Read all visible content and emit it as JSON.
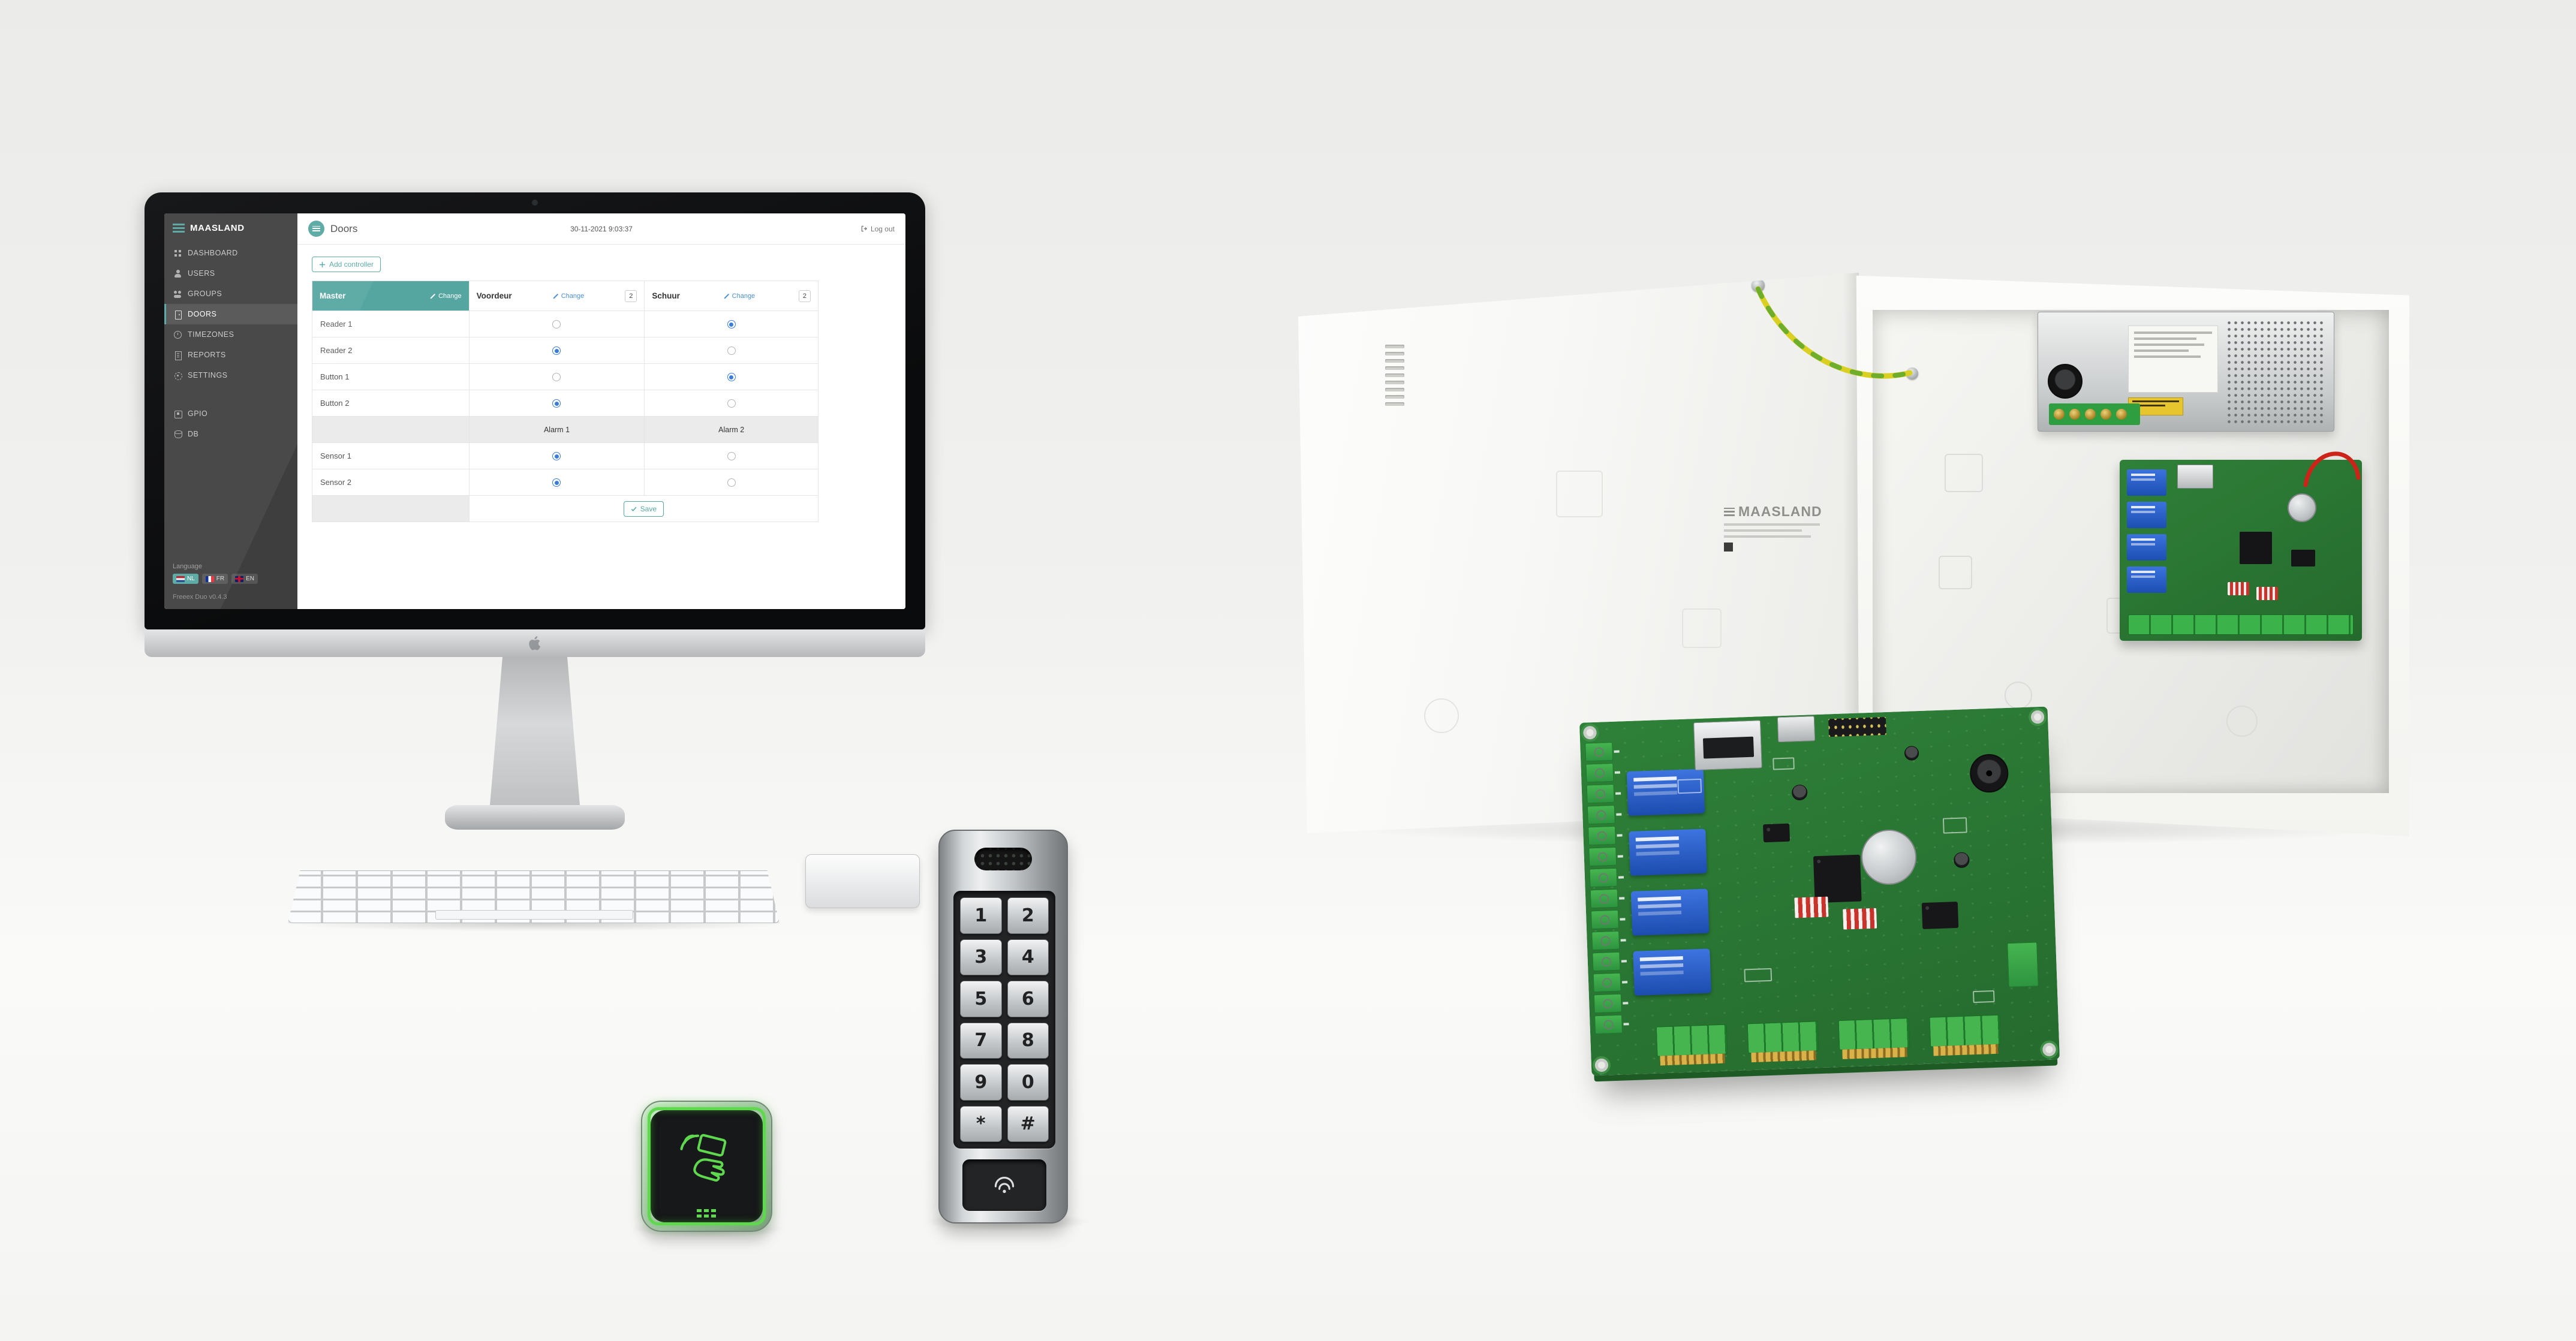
{
  "screen_ui": {
    "sidebar": {
      "brand": "MAASLAND",
      "items": [
        {
          "label": "DASHBOARD"
        },
        {
          "label": "USERS"
        },
        {
          "label": "GROUPS"
        },
        {
          "label": "DOORS",
          "active": true
        },
        {
          "label": "TIMEZONES"
        },
        {
          "label": "REPORTS"
        },
        {
          "label": "SETTINGS"
        }
      ],
      "tools": [
        {
          "label": "GPIO"
        },
        {
          "label": "DB"
        }
      ],
      "language_label": "Language",
      "languages": [
        {
          "code": "NL",
          "selected": true
        },
        {
          "code": "FR"
        },
        {
          "code": "EN"
        }
      ],
      "version": "Freeex Duo v0.4.3"
    },
    "header": {
      "title": "Doors",
      "datetime": "30-11-2021 9:03:37",
      "logout_label": "Log out"
    },
    "buttons": {
      "add_controller": "Add controller",
      "change": "Change",
      "save": "Save"
    },
    "table": {
      "controller": {
        "name": "Master"
      },
      "doors": [
        {
          "name": "Voordeur",
          "count": "2"
        },
        {
          "name": "Schuur",
          "count": "2"
        }
      ],
      "io_rows": [
        {
          "label": "Reader 1",
          "selected": "Schuur"
        },
        {
          "label": "Reader 2",
          "selected": "Voordeur"
        },
        {
          "label": "Button 1",
          "selected": "Schuur"
        },
        {
          "label": "Button 2",
          "selected": "Voordeur"
        }
      ],
      "alarm_row": {
        "door1": "Alarm 1",
        "door2": "Alarm 2"
      },
      "sensor_rows": [
        {
          "label": "Sensor 1",
          "selected": "Voordeur"
        },
        {
          "label": "Sensor 2",
          "selected": "Voordeur"
        }
      ]
    }
  },
  "devices": {
    "keypad": {
      "keys": [
        "1",
        "2",
        "3",
        "4",
        "5",
        "6",
        "7",
        "8",
        "9",
        "0",
        "*",
        "#"
      ]
    },
    "enclosure": {
      "brand": "MAASLAND"
    }
  },
  "colors": {
    "accent_teal": "#55a6a1",
    "link_blue": "#4a8fd3",
    "radio_blue": "#3a7cd6",
    "rfid_green": "#5fd84f",
    "pcb_green": "#2e8038",
    "relay_blue": "#1c4cae"
  }
}
